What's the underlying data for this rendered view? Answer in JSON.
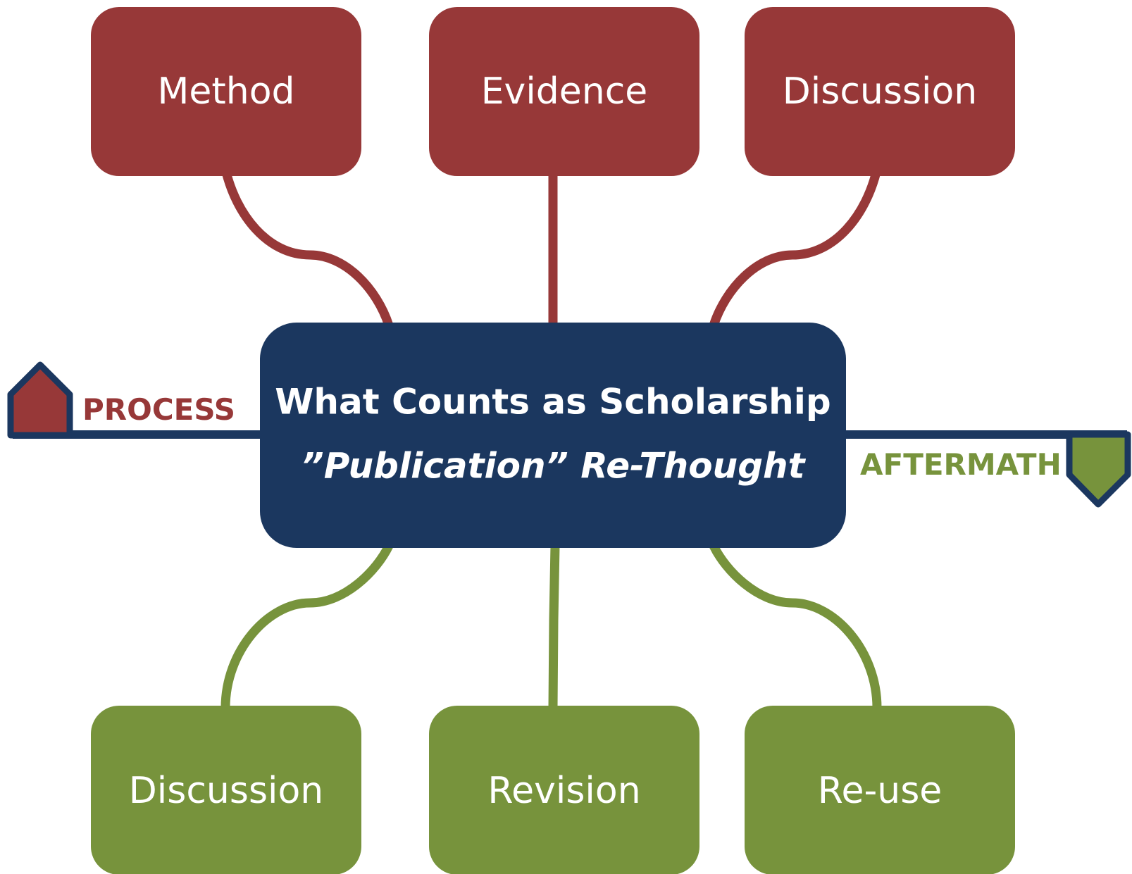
{
  "colors": {
    "process": "#973838",
    "aftermath": "#77933c",
    "center": "#1b375f",
    "text": "#ffffff"
  },
  "center": {
    "title": "What Counts as Scholarship",
    "subtitle": "”Publication” Re-Thought"
  },
  "process": {
    "label": "PROCESS",
    "marker_icon": "up-arrow-pentagon-icon",
    "boxes": [
      {
        "label": "Method"
      },
      {
        "label": "Evidence"
      },
      {
        "label": "Discussion"
      }
    ]
  },
  "aftermath": {
    "label": "AFTERMATH",
    "marker_icon": "down-arrow-pentagon-icon",
    "boxes": [
      {
        "label": "Discussion"
      },
      {
        "label": "Revision"
      },
      {
        "label": "Re-use"
      }
    ]
  }
}
